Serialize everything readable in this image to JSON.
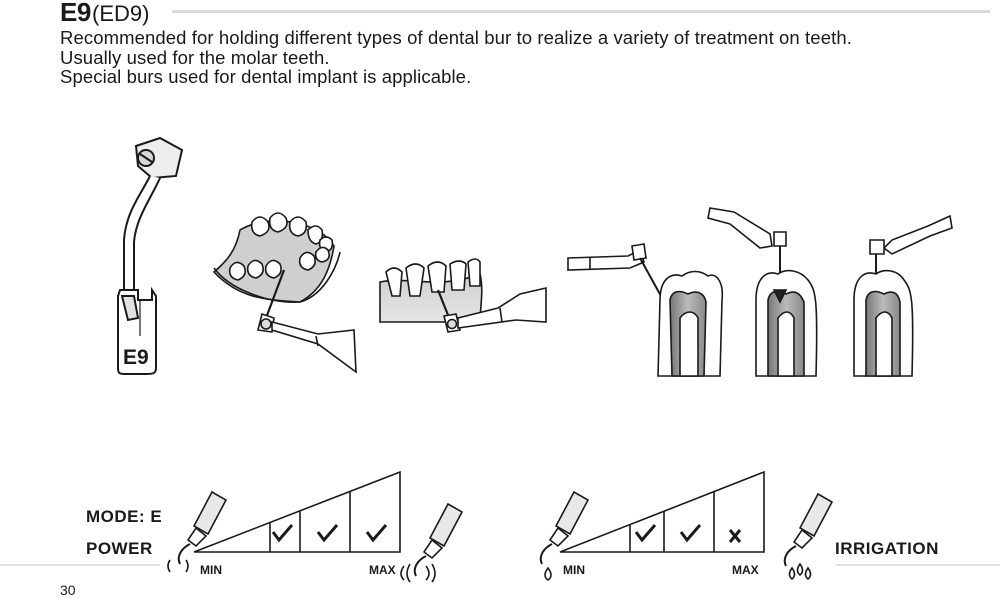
{
  "header": {
    "model": "E9",
    "code": "(ED9)"
  },
  "description": [
    "Recommended for holding different types of dental bur to realize a variety of treatment on teeth.",
    "Usually used for the molar teeth.",
    "Special burs used for dental implant is applicable."
  ],
  "tip_label": "E9",
  "mode_label": "MODE: E",
  "power_label": "POWER",
  "irrigation_label": "IRRIGATION",
  "power_scale": {
    "min": "MIN",
    "max": "MAX",
    "levels": [
      "check",
      "check",
      "check"
    ]
  },
  "irrigation_scale": {
    "min": "MIN",
    "max": "MAX",
    "levels": [
      "check",
      "check",
      "cross"
    ]
  },
  "page_number": "30"
}
